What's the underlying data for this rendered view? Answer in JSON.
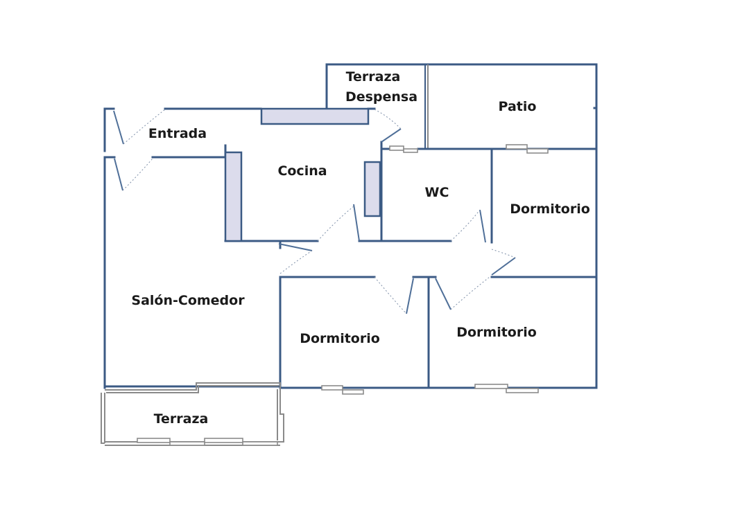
{
  "rooms": {
    "terraza_despensa_line1": "Terraza",
    "terraza_despensa_line2": "Despensa",
    "patio": "Patio",
    "entrada": "Entrada",
    "cocina": "Cocina",
    "wc": "WC",
    "dormitorio_east": "Dormitorio",
    "salon_comedor": "Salón-Comedor",
    "dormitorio_south_west": "Dormitorio",
    "dormitorio_south_east": "Dormitorio",
    "terraza": "Terraza"
  },
  "colors": {
    "wall": "#3b5a84",
    "counter_fill": "#dcdcec",
    "window_wall": "#8a8a8a"
  }
}
